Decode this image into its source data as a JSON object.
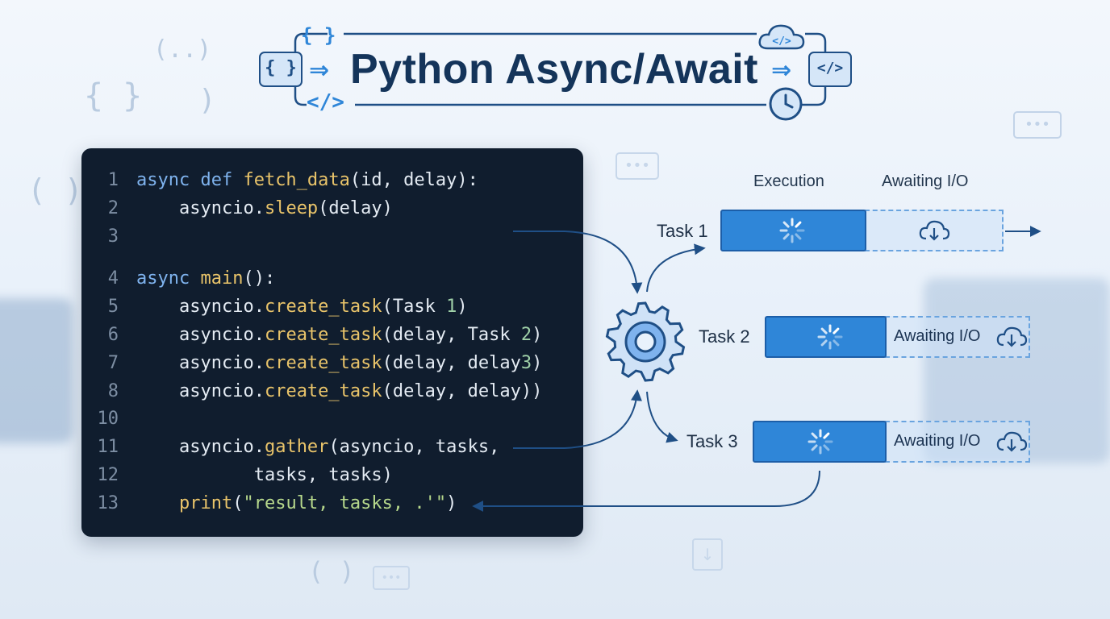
{
  "title": "Python Async/Await",
  "code_lines": [
    {
      "num": "1",
      "segments": [
        {
          "t": "async def ",
          "c": "#7fb3ee"
        },
        {
          "t": "fetch_data",
          "c": "#e9c46a"
        },
        {
          "t": "(id, delay):",
          "c": "#e4ebf3"
        }
      ]
    },
    {
      "num": "2",
      "segments": [
        {
          "t": "    asyncio.",
          "c": "#e4ebf3"
        },
        {
          "t": "sleep",
          "c": "#e9c46a"
        },
        {
          "t": "(delay)",
          "c": "#e4ebf3"
        }
      ]
    },
    {
      "num": "3",
      "segments": []
    },
    {
      "num": "4",
      "segments": [
        {
          "t": "async ",
          "c": "#7fb3ee"
        },
        {
          "t": "main",
          "c": "#e9c46a"
        },
        {
          "t": "():",
          "c": "#e4ebf3"
        }
      ]
    },
    {
      "num": "5",
      "segments": [
        {
          "t": "    asyncio.",
          "c": "#e4ebf3"
        },
        {
          "t": "create_task",
          "c": "#e9c46a"
        },
        {
          "t": "(Task ",
          "c": "#e4ebf3"
        },
        {
          "t": "1",
          "c": "#9fd0a8"
        },
        {
          "t": ")",
          "c": "#e4ebf3"
        }
      ]
    },
    {
      "num": "6",
      "segments": [
        {
          "t": "    asyncio.",
          "c": "#e4ebf3"
        },
        {
          "t": "create_task",
          "c": "#e9c46a"
        },
        {
          "t": "(delay, Task ",
          "c": "#e4ebf3"
        },
        {
          "t": "2",
          "c": "#9fd0a8"
        },
        {
          "t": ")",
          "c": "#e4ebf3"
        }
      ]
    },
    {
      "num": "7",
      "segments": [
        {
          "t": "    asyncio.",
          "c": "#e4ebf3"
        },
        {
          "t": "create_task",
          "c": "#e9c46a"
        },
        {
          "t": "(delay, delay",
          "c": "#e4ebf3"
        },
        {
          "t": "3",
          "c": "#9fd0a8"
        },
        {
          "t": ")",
          "c": "#e4ebf3"
        }
      ]
    },
    {
      "num": "8",
      "segments": [
        {
          "t": "    asyncio.",
          "c": "#e4ebf3"
        },
        {
          "t": "create_task",
          "c": "#e9c46a"
        },
        {
          "t": "(delay, delay))",
          "c": "#e4ebf3"
        }
      ]
    },
    {
      "num": "10",
      "segments": []
    },
    {
      "num": "11",
      "segments": [
        {
          "t": "    asyncio.",
          "c": "#e4ebf3"
        },
        {
          "t": "gather",
          "c": "#e9c46a"
        },
        {
          "t": "(asyncio, tasks,",
          "c": "#e4ebf3"
        }
      ]
    },
    {
      "num": "12",
      "segments": [
        {
          "t": "           tasks, tasks)",
          "c": "#e4ebf3"
        }
      ]
    },
    {
      "num": "13",
      "segments": [
        {
          "t": "    ",
          "c": "#e4ebf3"
        },
        {
          "t": "print",
          "c": "#e9c46a"
        },
        {
          "t": "(",
          "c": "#e4ebf3"
        },
        {
          "t": "\"result, tasks, .'\"",
          "c": "#b7d98c"
        },
        {
          "t": ")",
          "c": "#e4ebf3"
        }
      ]
    }
  ],
  "columns": {
    "execution": "Execution",
    "awaiting": "Awaiting I/O"
  },
  "tasks": [
    {
      "label": "Task 1",
      "awaiting_text": ""
    },
    {
      "label": "Task 2",
      "awaiting_text": "Awaiting I/O"
    },
    {
      "label": "Task 3",
      "awaiting_text": "Awaiting I/O"
    }
  ],
  "icons": {
    "event_loop": "gear-icon",
    "execution": "spinner-icon",
    "io": "cloud-download-icon",
    "clock": "clock-icon"
  },
  "colors": {
    "accent": "#2f86d8",
    "code_bg": "#101d2e",
    "title": "#14345a",
    "flow_line": "#1f4f86"
  }
}
